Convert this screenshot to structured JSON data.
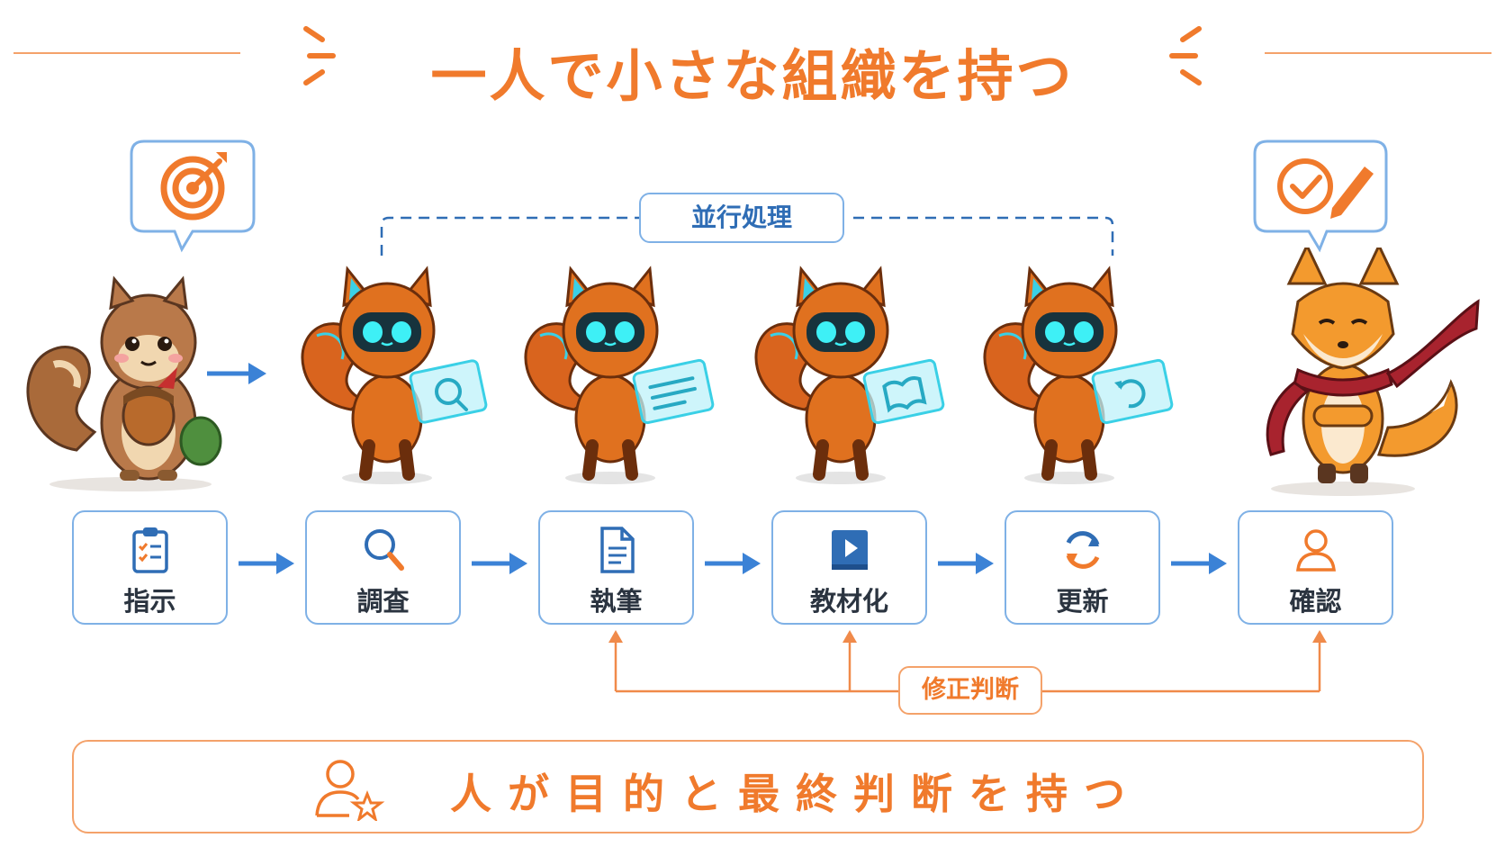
{
  "title": "一人で小さな組織を持つ",
  "parallel_label": "並行処理",
  "revise_label": "修正判断",
  "steps": [
    {
      "label": "指示",
      "icon": "clipboard-checklist-icon"
    },
    {
      "label": "調査",
      "icon": "magnifier-icon"
    },
    {
      "label": "執筆",
      "icon": "document-icon"
    },
    {
      "label": "教材化",
      "icon": "book-play-icon"
    },
    {
      "label": "更新",
      "icon": "refresh-icon"
    },
    {
      "label": "確認",
      "icon": "person-icon"
    }
  ],
  "bottom_message": "人が目的と最終判断を持つ",
  "characters": {
    "left": "squirrel-with-acorn",
    "agents": [
      "robot-squirrel-research",
      "robot-squirrel-writing",
      "robot-squirrel-material",
      "robot-squirrel-update"
    ],
    "right": "fox-with-scarf"
  },
  "bubbles": {
    "left_icon": "target-icon",
    "right_icon": "check-pencil-icon"
  },
  "colors": {
    "orange": "#f07a2c",
    "blue": "#2f6db5",
    "box_border": "#7fb1e6",
    "text": "#2b3440"
  }
}
